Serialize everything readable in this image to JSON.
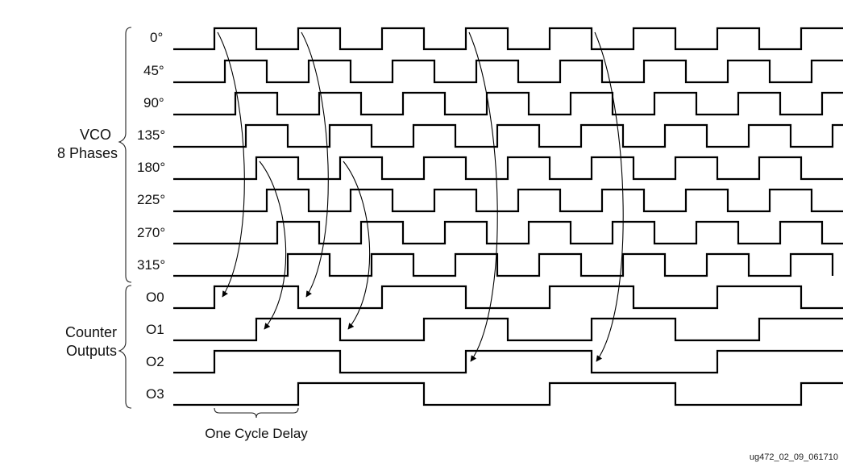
{
  "groups": {
    "vco": [
      "VCO",
      "8 Phases"
    ],
    "counter": [
      "Counter",
      "Outputs"
    ]
  },
  "vco_phases": [
    "0°",
    "45°",
    "90°",
    "135°",
    "180°",
    "225°",
    "270°",
    "315°"
  ],
  "counter_outputs": [
    "O0",
    "O1",
    "O2",
    "O3"
  ],
  "annotation": "One Cycle Delay",
  "figure_code": "ug472_02_09_061710"
}
